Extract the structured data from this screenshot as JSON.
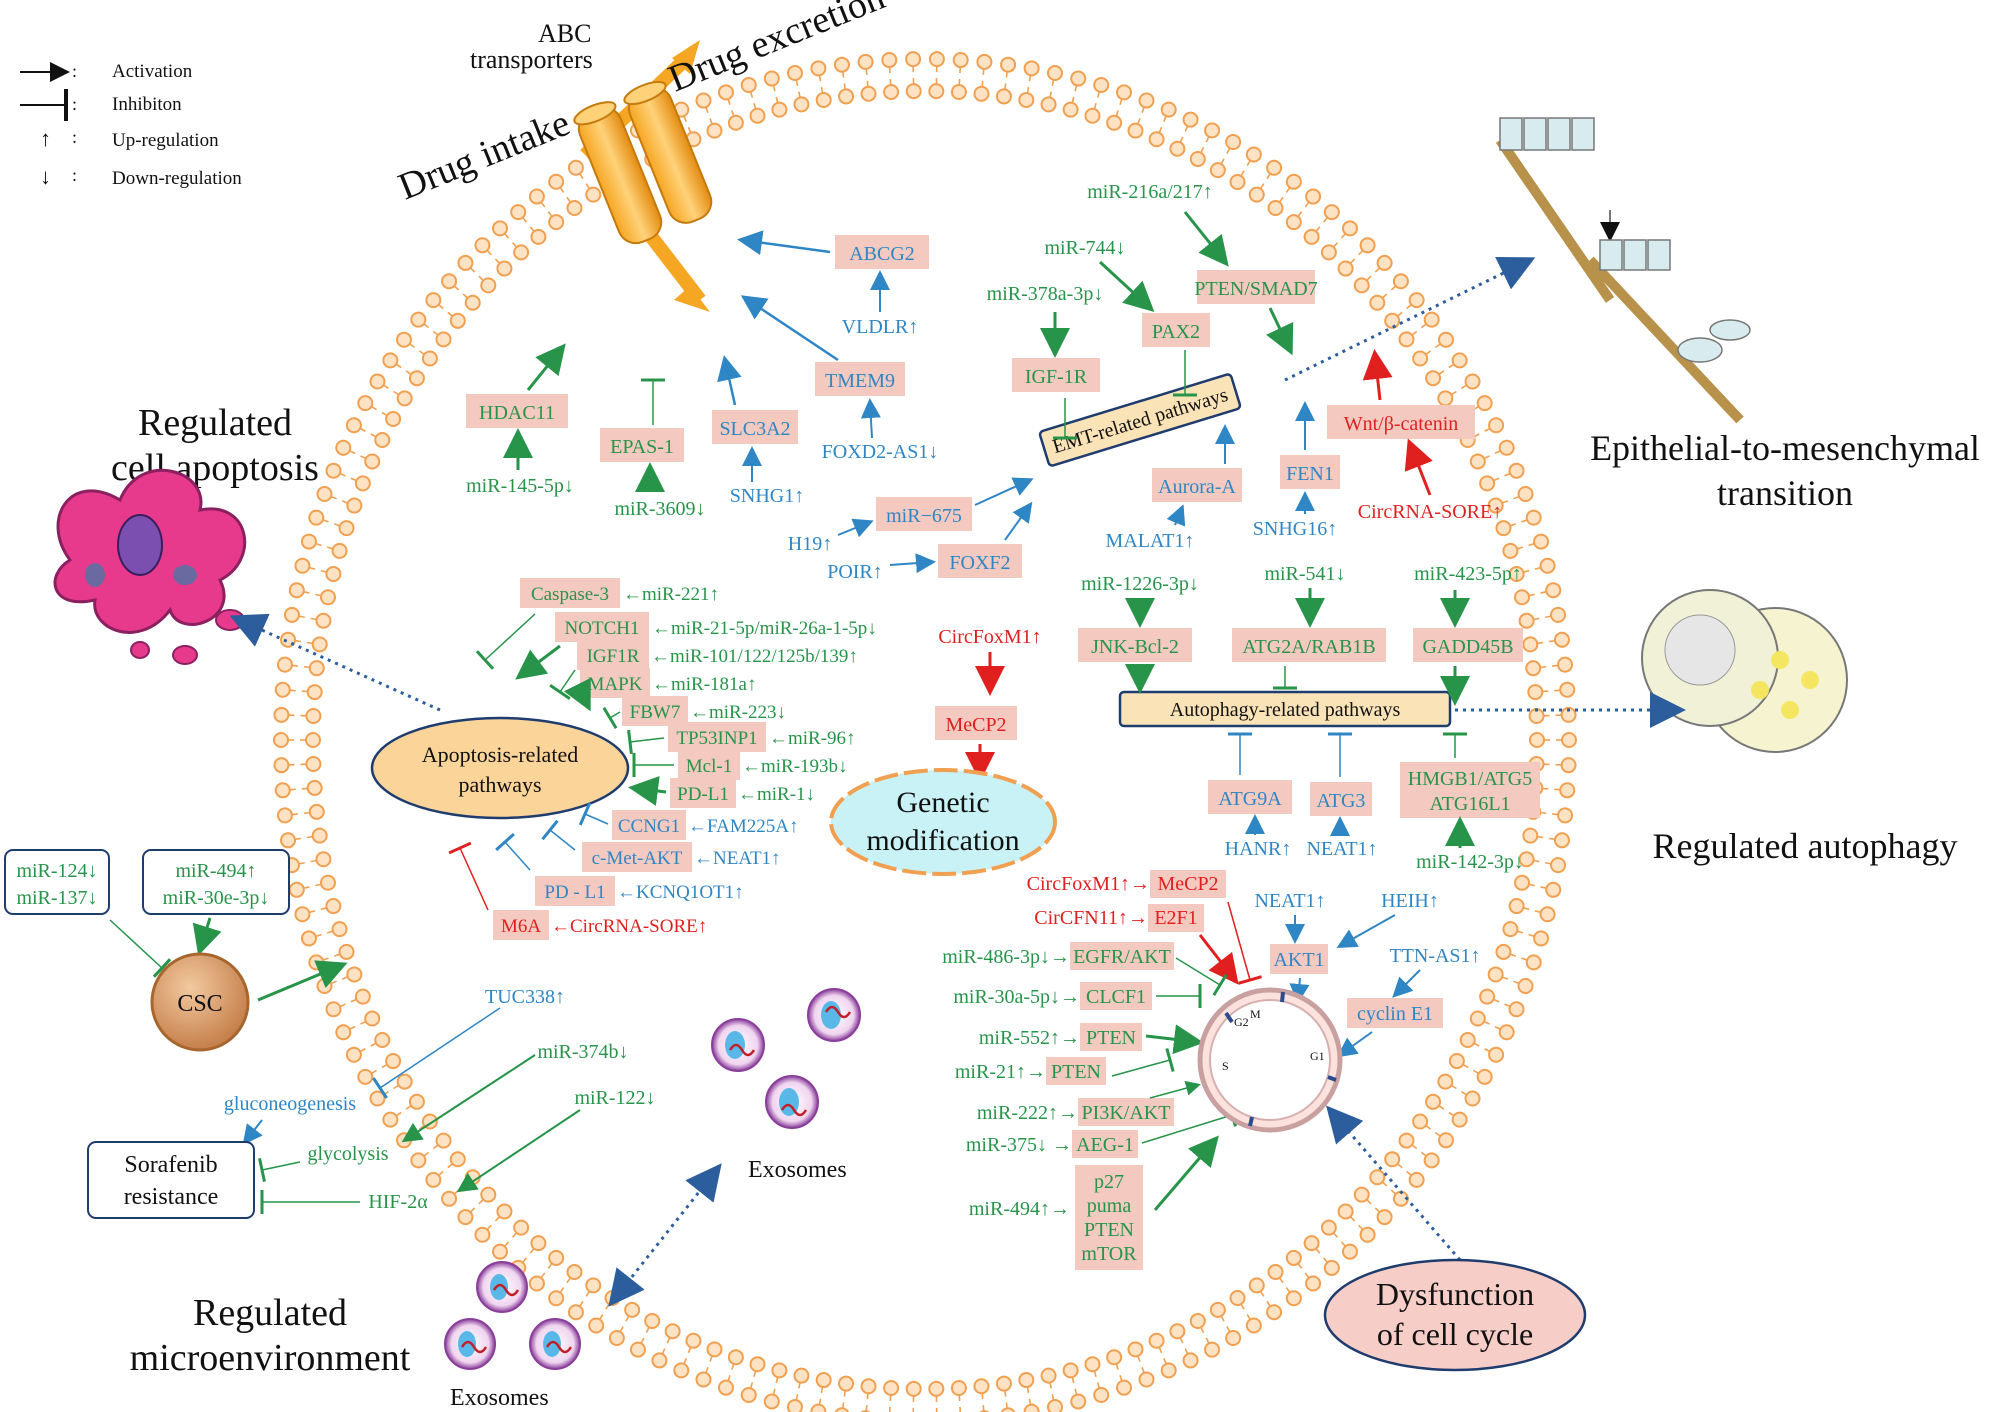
{
  "legend": {
    "activation": "Activation",
    "inhibition": "Inhibiton",
    "upregulation": "Up-regulation",
    "downregulation": "Down-regulation",
    "up_symbol": "↑",
    "down_symbol": "↓",
    "colon": ":"
  },
  "transport": {
    "abc1": "ABC",
    "abc2": "transporters",
    "drug_intake": "Drug intake",
    "drug_excretion": "Drug excretion"
  },
  "outer_labels": {
    "apoptosis1": "Regulated",
    "apoptosis2": "cell apoptosis",
    "emt1": "Epithelial-to-mesenchymal",
    "emt2": "transition",
    "autophagy": "Regulated autophagy",
    "microenv1": "Regulated",
    "microenv2": "microenvironment",
    "exosomes_top": "Exosomes",
    "exosomes_bottom": "Exosomes",
    "cellcycle1": "Dysfunction",
    "cellcycle2": "of cell cycle"
  },
  "pathways": {
    "emt": "EMT-related pathways",
    "autophagy": "Autophagy-related pathways",
    "apoptosis1": "Apoptosis-related",
    "apoptosis2": "pathways",
    "genetic1": "Genetic",
    "genetic2": "modification"
  },
  "drug_section": {
    "abcg2": "ABCG2",
    "vldlr": "VLDLR↑",
    "tmem9": "TMEM9",
    "foxd2": "FOXD2-AS1↓",
    "slc3a2": "SLC3A2",
    "snhg1": "SNHG1↑",
    "epas1": "EPAS-1",
    "mir3609": "miR-3609↓",
    "hdac11": "HDAC11",
    "mir145": "miR-145-5p↓"
  },
  "emt_section": {
    "mir216": "miR-216a/217↑",
    "mir744": "miR-744↓",
    "mir378": "miR-378a-3p↓",
    "pten_smad7": "PTEN/SMAD7",
    "pax2": "PAX2",
    "igf1r": "IGF-1R",
    "wnt": "Wnt/β-catenin",
    "circ_sore": "CircRNA-SORE↑",
    "fen1": "FEN1",
    "snhg16": "SNHG16↑",
    "aurora": "Aurora-A",
    "malat1": "MALAT1↑",
    "h19": "H19↑",
    "mir675": "miR−675",
    "poir": "POIR↑",
    "foxf2": "FOXF2"
  },
  "autophagy_section": {
    "mir1226": "miR-1226-3p↓",
    "jnk": "JNK-Bcl-2",
    "mir541": "miR-541↓",
    "atg2a": "ATG2A/RAB1B",
    "mir423": "miR-423-5p↑",
    "gadd45b": "GADD45B",
    "atg9a": "ATG9A",
    "hanr": "HANR↑",
    "atg3": "ATG3",
    "neat1": "NEAT1↑",
    "hmgb1": "HMGB1/ATG5",
    "atg16l1": "ATG16L1",
    "mir142": "miR-142-3p↓"
  },
  "genetic_section": {
    "circfoxm1": "CircFoxM1↑",
    "mecp2": "MeCP2"
  },
  "apoptosis_section": {
    "caspase3": "Caspase-3",
    "caspase3_reg": "←miR-221↑",
    "notch1": "NOTCH1",
    "notch1_reg": "←miR-21-5p/miR-26a-1-5p↓",
    "igf1r": "IGF1R",
    "igf1r_reg": "←miR-101/122/125b/139↑",
    "mapk": "MAPK",
    "mapk_reg": "←miR-181a↑",
    "fbw7": "FBW7",
    "fbw7_reg": "←miR-223↓",
    "tp53inp1": "TP53INP1",
    "tp53inp1_reg": "←miR-96↑",
    "mcl1": "Mcl-1",
    "mcl1_reg": "←miR-193b↓",
    "pdl1": "PD-L1",
    "pdl1_reg": "←miR-1↓",
    "ccng1": "CCNG1",
    "ccng1_reg": "←FAM225A↑",
    "cmet": "c-Met-AKT",
    "cmet_reg": "←NEAT1↑",
    "pdl1b": "PD - L1",
    "pdl1b_reg": "←KCNQ1OT1↑",
    "m6a": "M6A",
    "m6a_reg": "←CircRNA-SORE↑"
  },
  "csc_section": {
    "mir124": "miR-124↓",
    "mir137": "miR-137↓",
    "mir494": "miR-494↑",
    "mir30e": "miR-30e-3p↓",
    "csc": "CSC"
  },
  "sorafenib_section": {
    "tuc338": "TUC338↑",
    "gluconeogenesis": "gluconeogenesis",
    "mir374": "miR-374b↓",
    "glycolysis": "glycolysis",
    "mir122": "miR-122↓",
    "hif2a": "HIF-2α",
    "resistance1": "Sorafenib",
    "resistance2": "resistance"
  },
  "cellcycle_section": {
    "circfoxm1": "CircFoxM1↑→",
    "mecp2": "MeCP2",
    "circcfn": "CirCFN11↑→",
    "e2f1": "E2F1",
    "neat1": "NEAT1↑",
    "heih": "HEIH↑",
    "akt1": "AKT1",
    "ttn": "TTN-AS1↑",
    "cyclin": "cyclin E1",
    "mir486": "miR-486-3p↓→",
    "egfr": "EGFR/AKT",
    "mir30a": "miR-30a-5p↓→",
    "clcf1": "CLCF1",
    "mir552": "miR-552↑→",
    "pten1": "PTEN",
    "mir21": "miR-21↑→",
    "pten2": "PTEN",
    "mir222": "miR-222↑→",
    "pi3k": "PI3K/AKT",
    "mir375": "miR-375↓ →",
    "aeg1": "AEG-1",
    "mir494": "miR-494↑→",
    "p27": "p27",
    "puma": "puma",
    "pten3": "PTEN",
    "mtor": "mTOR",
    "g2": "G2",
    "m": "M",
    "s": "S",
    "g1": "G1"
  },
  "colors": {
    "green": "#27944a",
    "blue": "#2f86c5",
    "red": "#e0201f",
    "pink_box": "#f4c9c0",
    "membrane": "#f0a050"
  }
}
